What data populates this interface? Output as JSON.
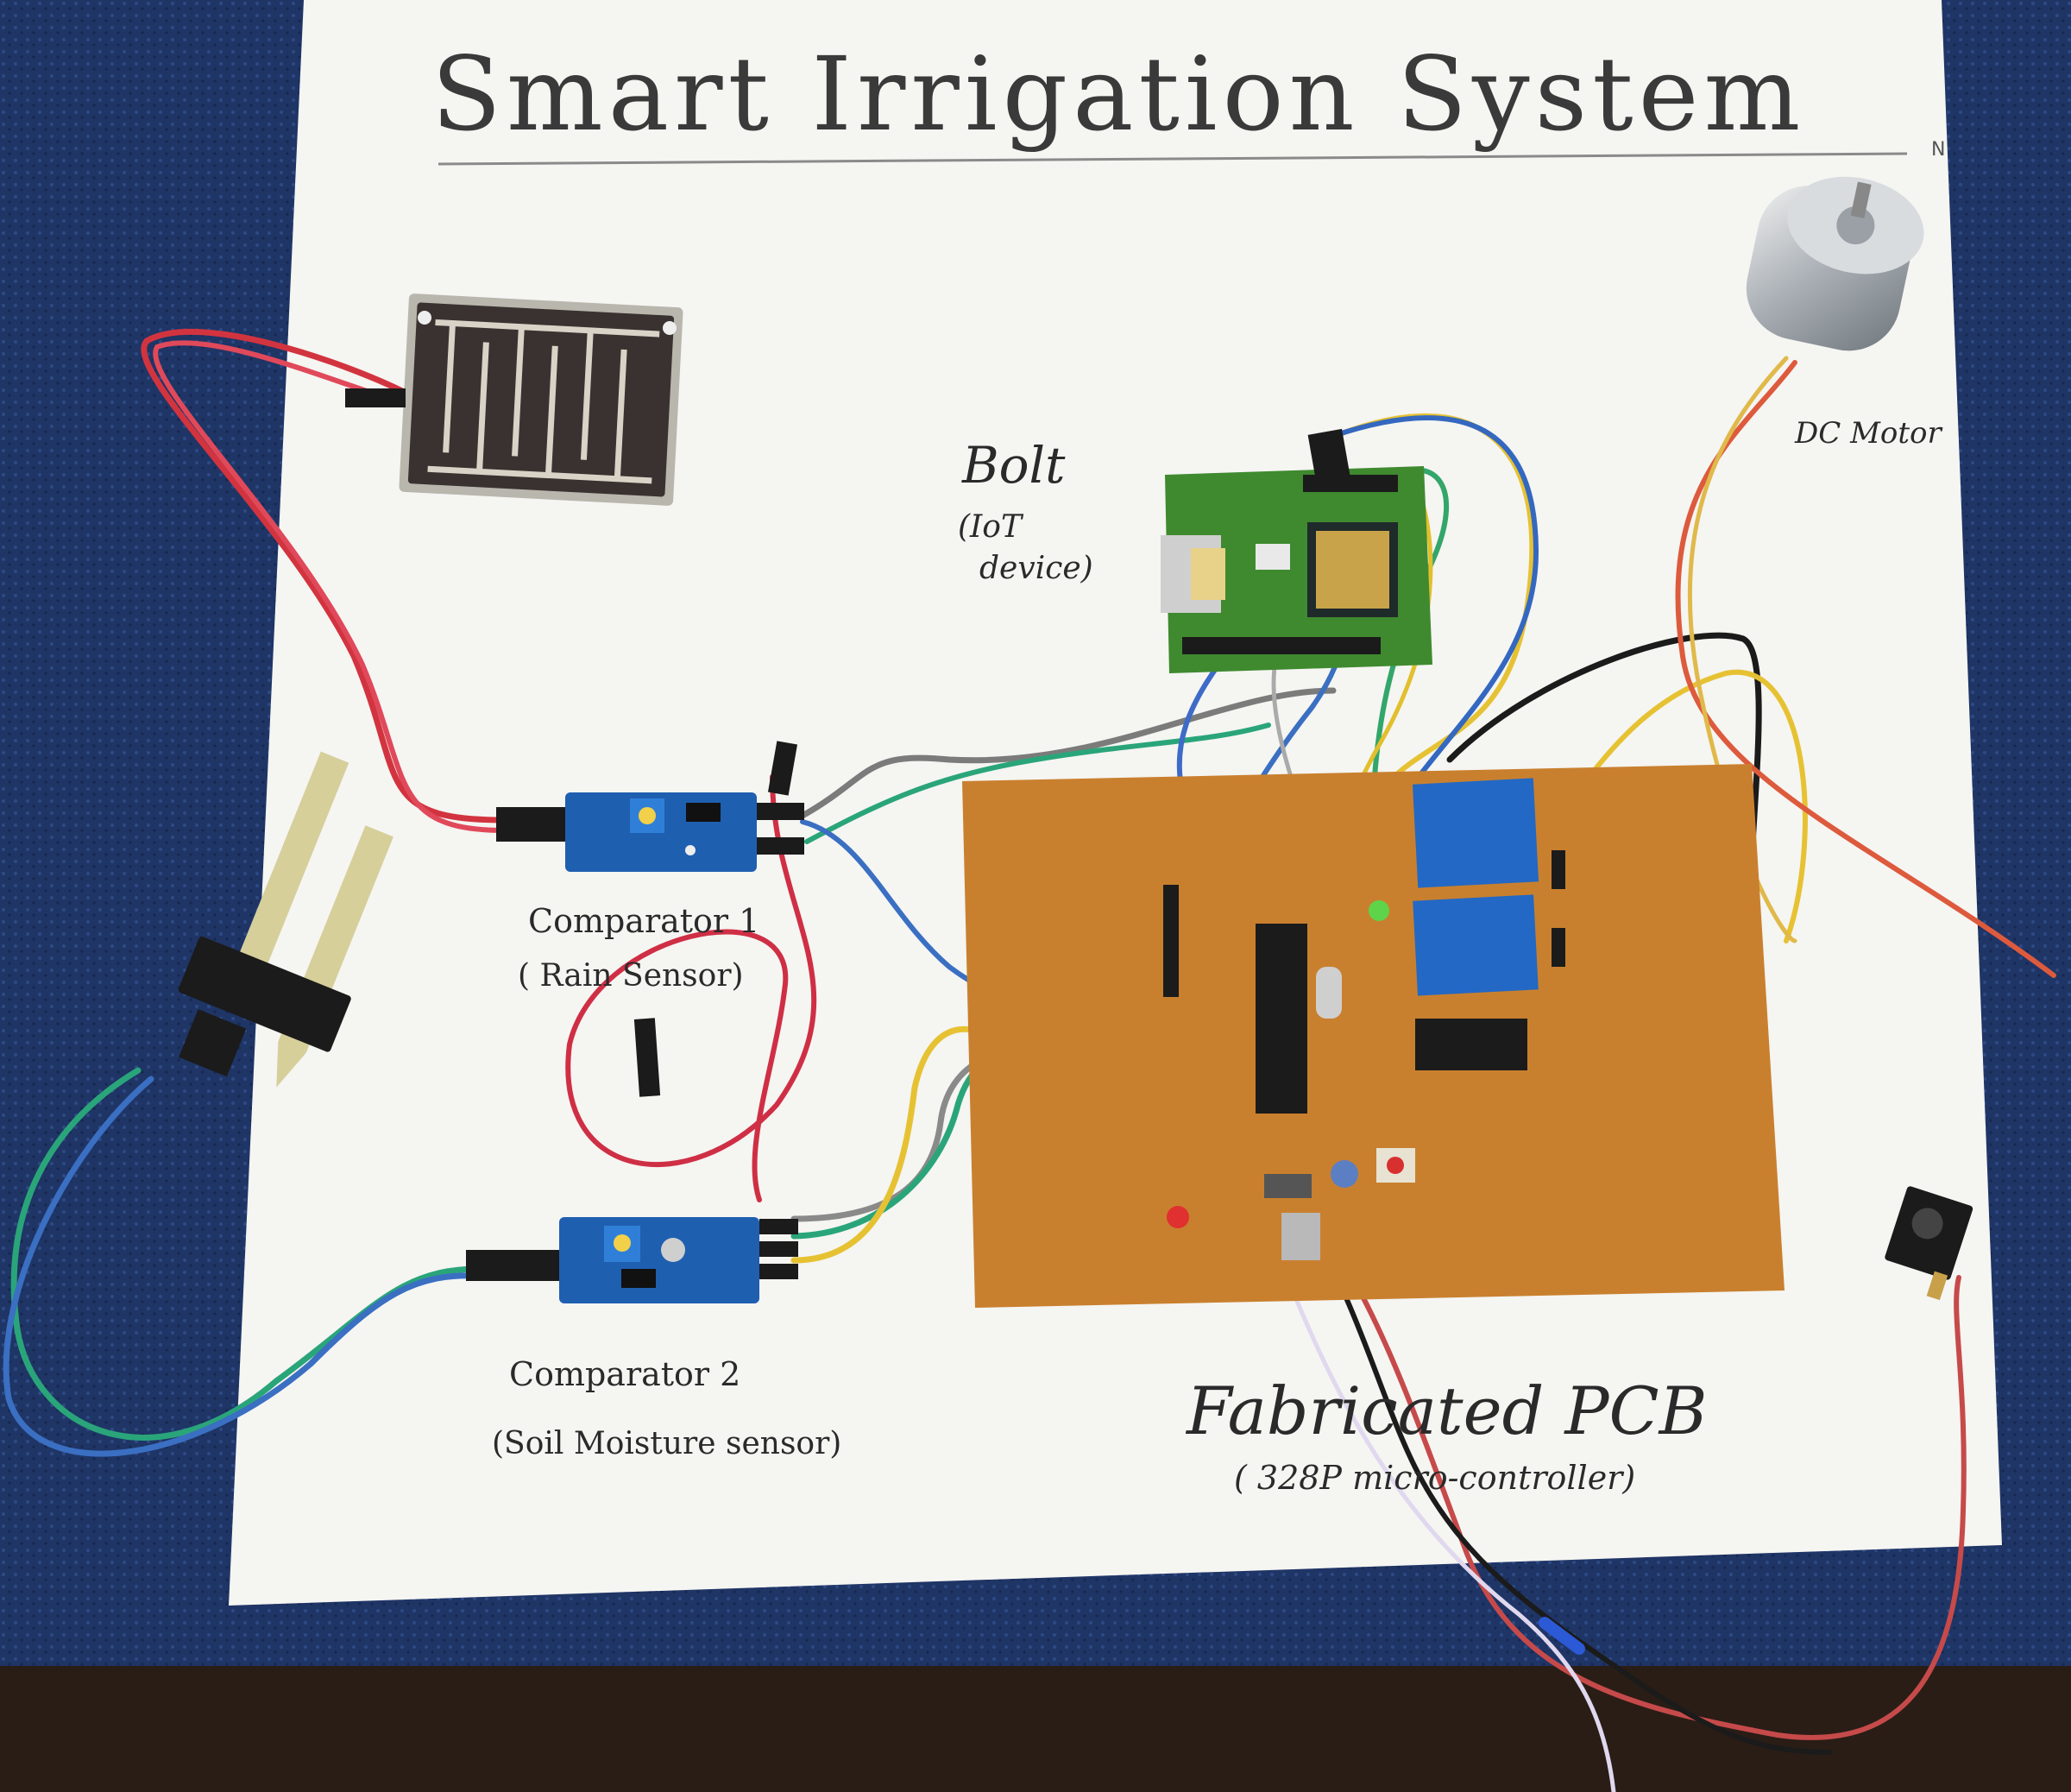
{
  "board": {
    "title": "Smart Irrigation System",
    "page_mark": "N"
  },
  "labels": {
    "bolt_title": "Bolt",
    "bolt_sub_line1": "(IoT",
    "bolt_sub_line2": "device)",
    "motor": "DC Motor",
    "comparator1_title": "Comparator 1",
    "comparator1_sub": "( Rain Sensor)",
    "comparator2_title": "Comparator 2",
    "comparator2_sub": "(Soil Moisture sensor)",
    "pcb_title": "Fabricated PCB",
    "pcb_sub": "( 328P micro-controller)"
  },
  "colors": {
    "cloth": "#1f3566",
    "paper": "#f5f5f2",
    "pcb": "#c9802e",
    "bolt_board": "#3f8a2f",
    "module_blue": "#1f5fb0",
    "relay_blue": "#2368c4",
    "wire_red": "#d2343f",
    "wire_blue": "#3a6fc2",
    "wire_green": "#2aa57a",
    "wire_yellow": "#e6c233",
    "wire_grey": "#808080",
    "wire_black": "#1b1b1b",
    "wire_white": "#e0d8ee"
  }
}
